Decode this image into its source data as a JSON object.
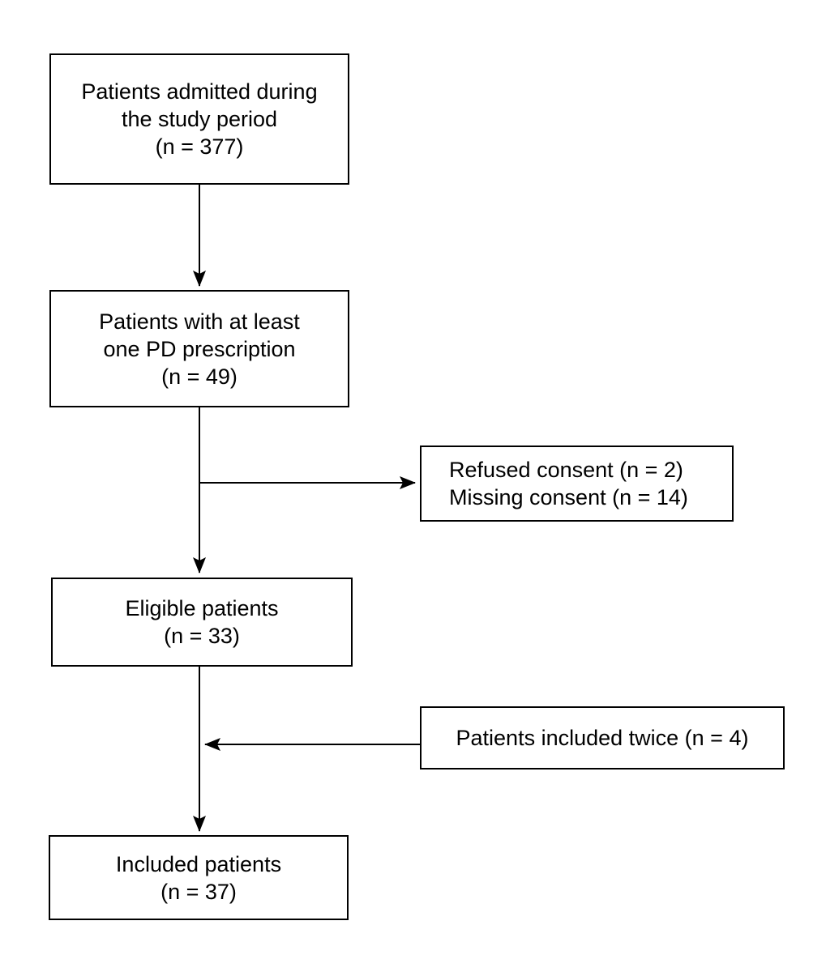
{
  "boxes": {
    "admitted": {
      "line1": "Patients admitted during",
      "line2": "the study period",
      "count": "(n = 377)"
    },
    "prescription": {
      "line1": "Patients with at least",
      "line2": "one PD prescription",
      "count": "(n = 49)"
    },
    "consent": {
      "line1": "Refused consent (n = 2)",
      "line2": "Missing consent (n = 14)"
    },
    "eligible": {
      "line1": "Eligible patients",
      "count": "(n = 33)"
    },
    "twice": {
      "line1": "Patients included twice (n = 4)"
    },
    "included": {
      "line1": "Included patients",
      "count": "(n = 37)"
    }
  },
  "colors": {
    "background": "#ffffff",
    "box_border": "#000000",
    "text": "#000000",
    "arrow": "#000000"
  }
}
